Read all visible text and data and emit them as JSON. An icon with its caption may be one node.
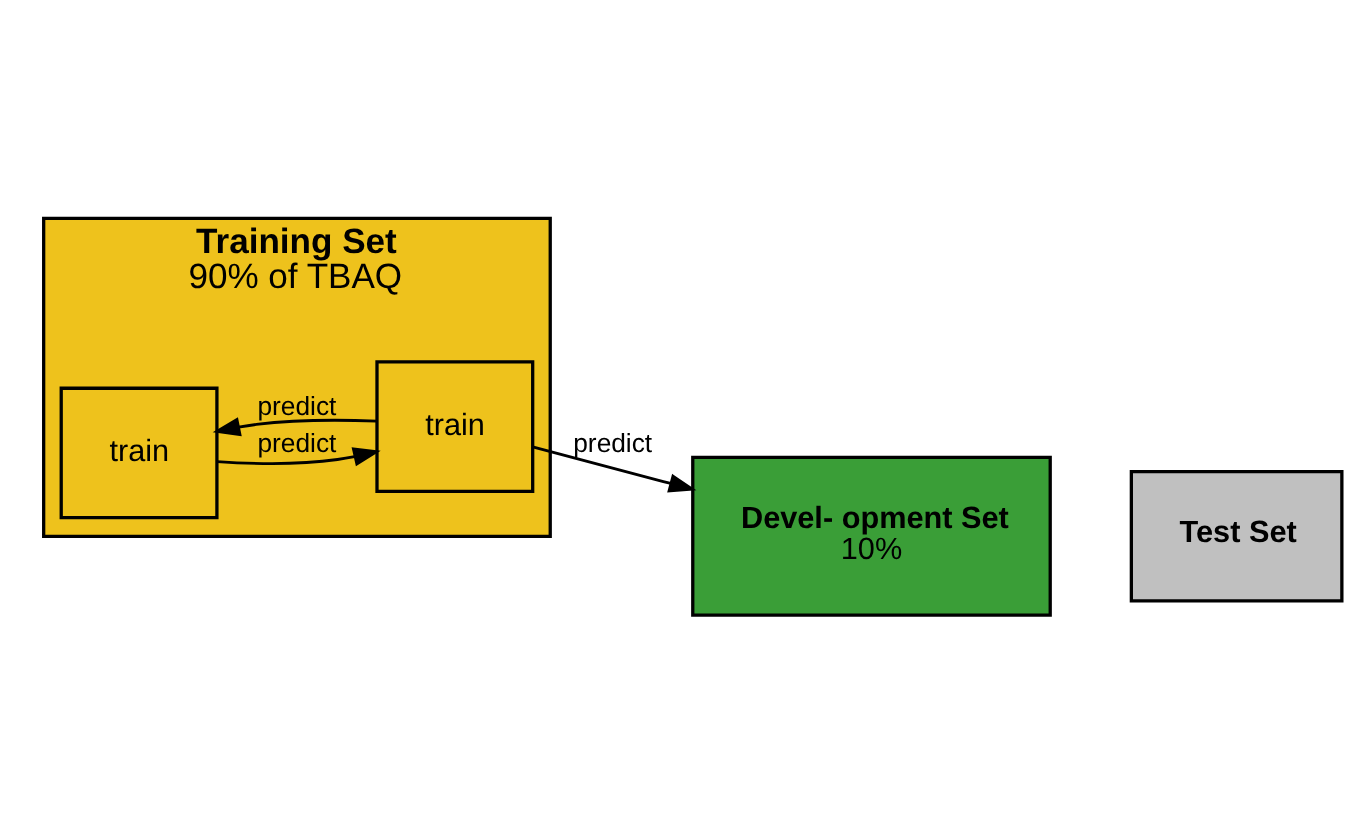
{
  "diagram": {
    "nodes": [
      {
        "text": [
          "Training Set",
          "90% of TBAQ"
        ]
      },
      {
        "text": [
          "train"
        ],
        "in": 0
      },
      {
        "text": [
          "train"
        ],
        "in": 0
      },
      {
        "text": [
          "Devel- opment Set",
          "10%"
        ]
      },
      {
        "text": [
          "Test Set"
        ]
      }
    ],
    "edges": [
      {
        "from": 2,
        "to": 3,
        "arrow": "to",
        "label": "predict"
      },
      {
        "from": 1,
        "to": 2,
        "arrow": "to",
        "label": "predict"
      },
      {
        "from": 2,
        "to": 1,
        "arrow": "to",
        "label": "predict"
      }
    ]
  }
}
